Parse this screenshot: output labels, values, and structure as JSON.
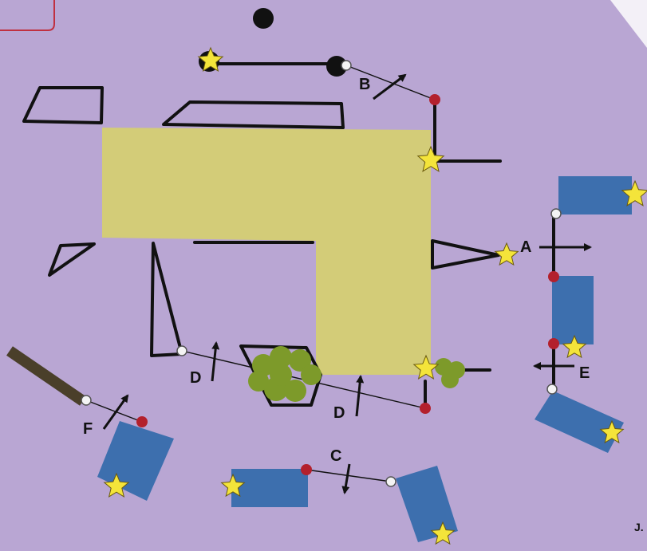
{
  "colors": {
    "background": "#b9a6d3",
    "paper_edge": "#f3f0f7",
    "terrain": "#d3cc78",
    "building": "#3d6fae",
    "outline": "#111111",
    "star": "#f4e43a",
    "red_dot": "#b3202c",
    "white_dot": "#f4f4f4",
    "bush": "#7d9a2a",
    "log": "#4a3f2a",
    "corner_box": "#c03040"
  },
  "labels": {
    "a": "A",
    "b": "B",
    "c": "C",
    "d1": "D",
    "d2": "D",
    "e": "E",
    "f": "F"
  },
  "corner_mark": "J."
}
